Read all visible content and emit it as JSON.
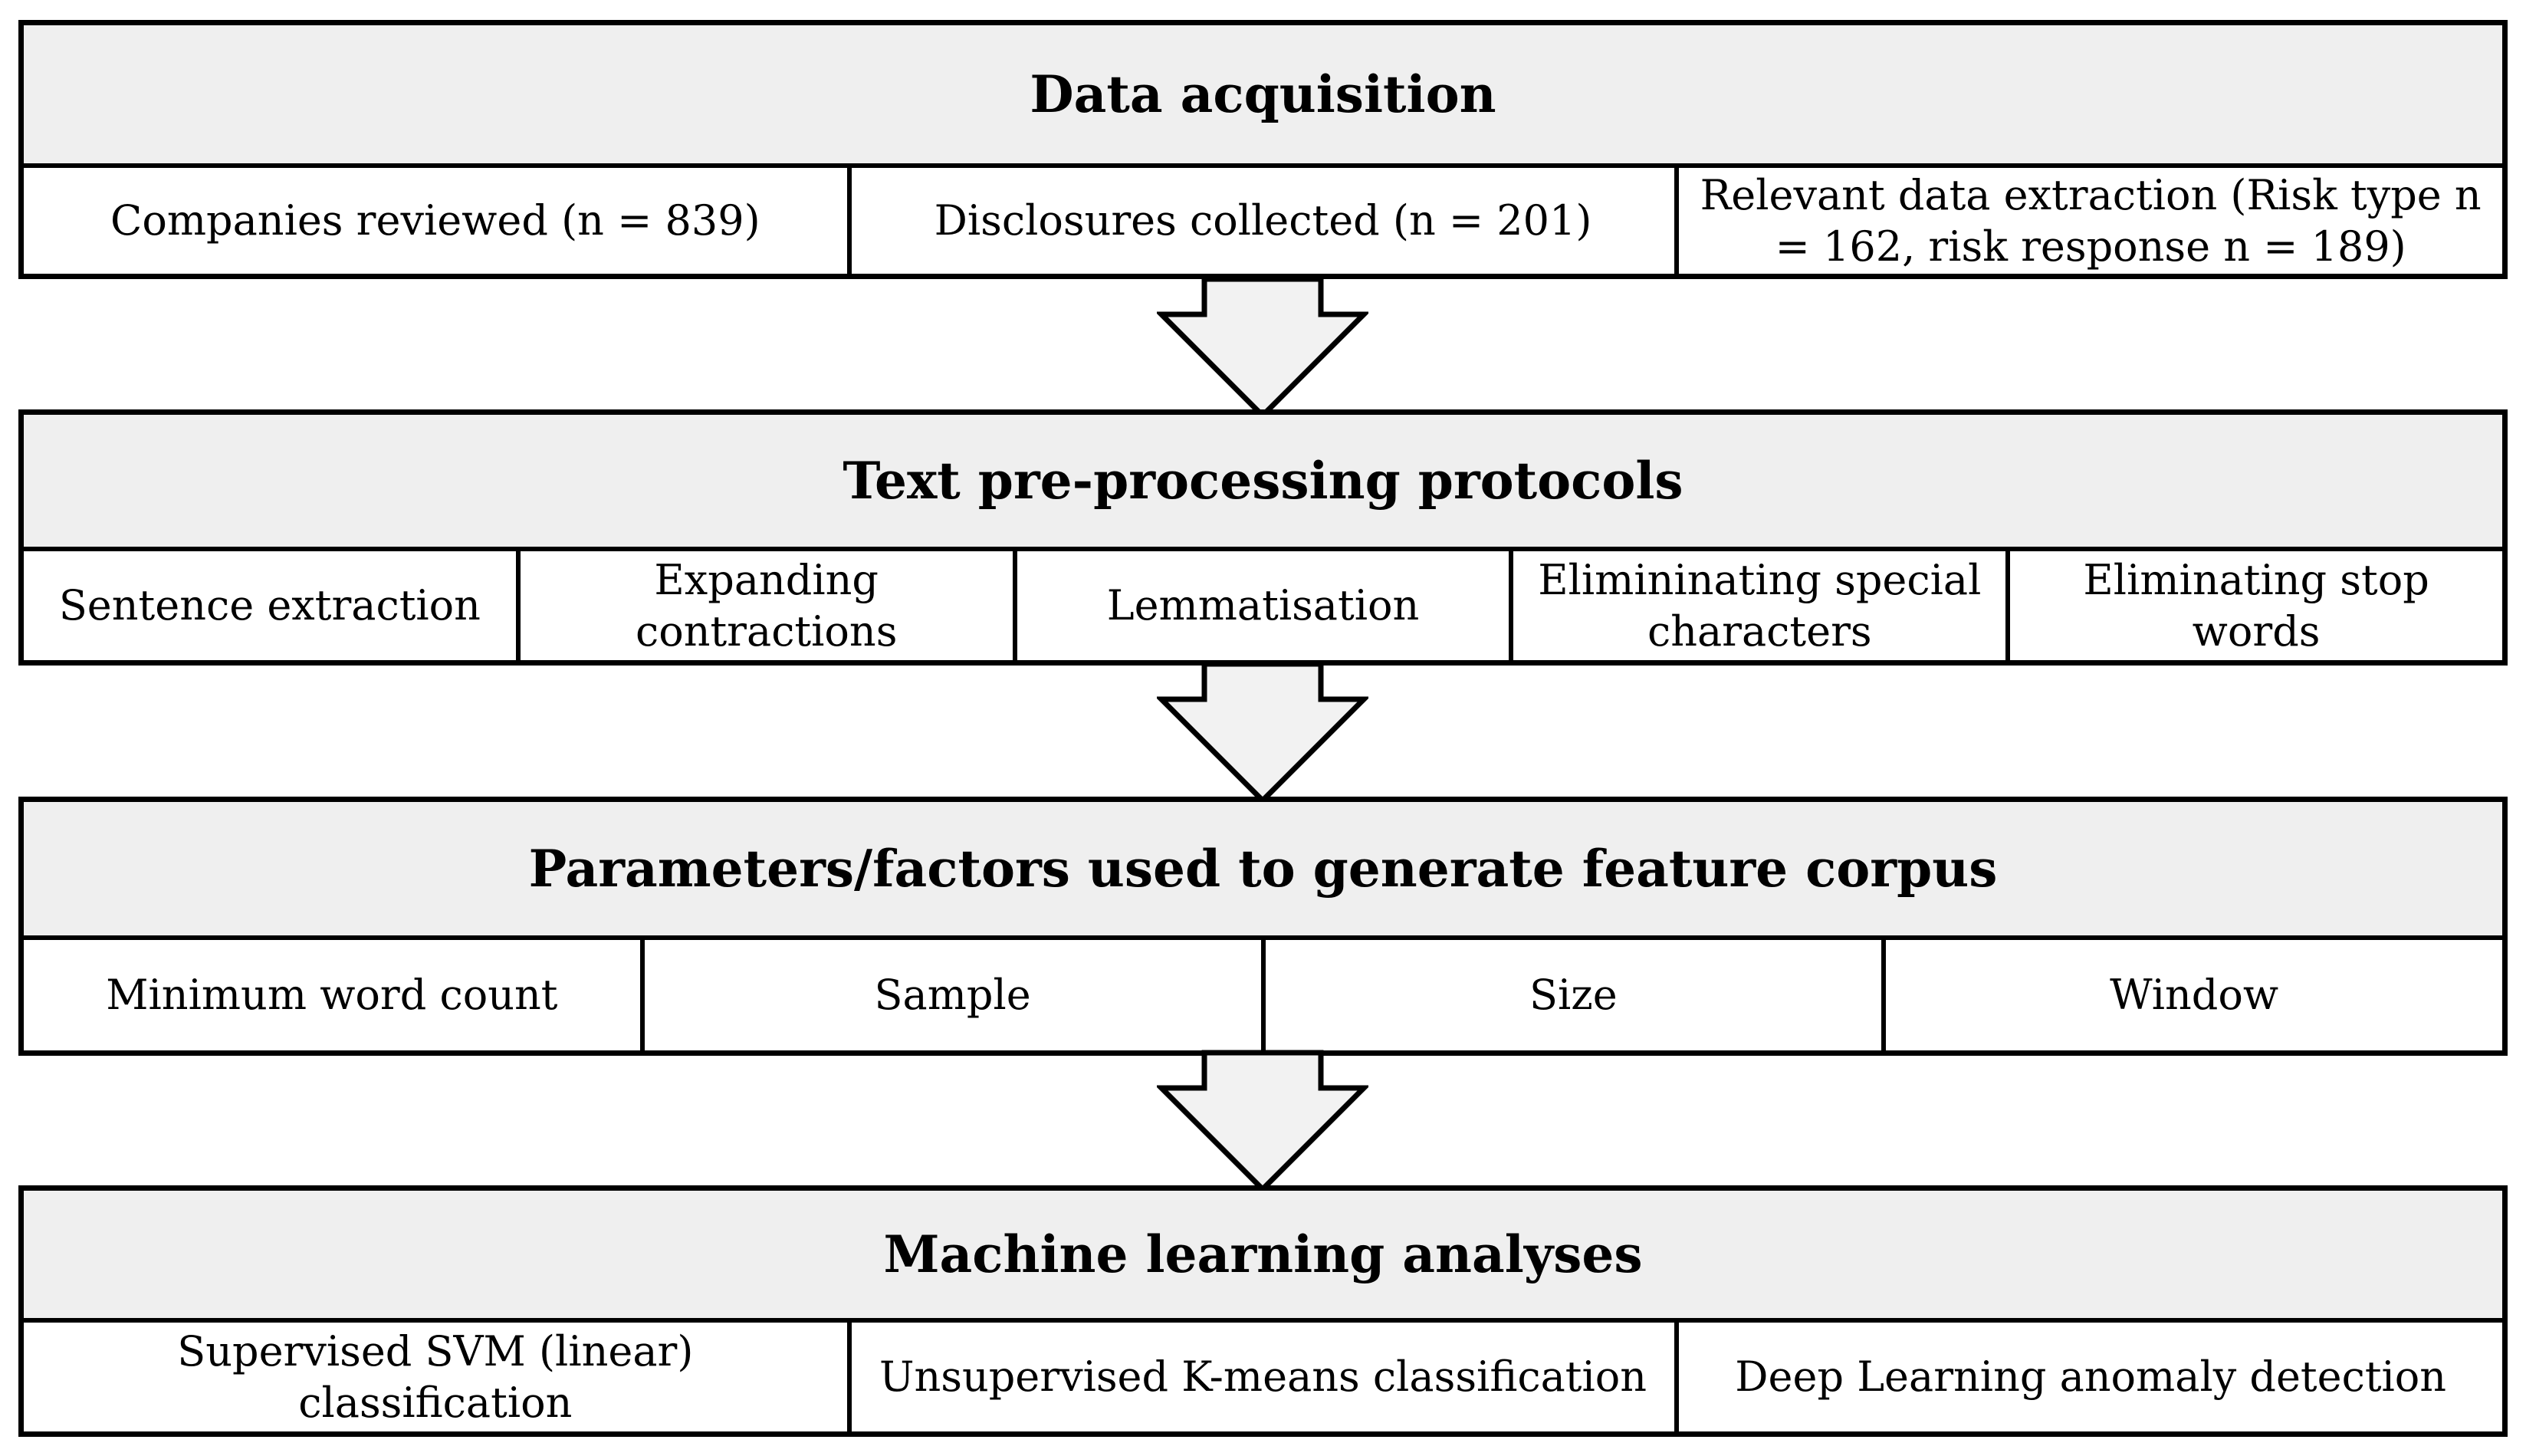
{
  "stages": [
    {
      "title": "Data acquisition",
      "items": [
        "Companies reviewed (n = 839)",
        "Disclosures collected (n = 201)",
        "Relevant data extraction (Risk type n = 162, risk response n = 189)"
      ]
    },
    {
      "title": "Text pre-processing protocols",
      "items": [
        "Sentence extraction",
        "Expanding contractions",
        "Lemmatisation",
        "Elimininating special characters",
        "Eliminating stop words"
      ]
    },
    {
      "title": "Parameters/factors used to generate feature corpus",
      "items": [
        "Minimum word count",
        "Sample",
        "Size",
        "Window"
      ]
    },
    {
      "title": "Machine learning analyses",
      "items": [
        "Supervised SVM (linear) classification",
        "Unsupervised K-means classification",
        "Deep Learning anomaly detection"
      ]
    }
  ],
  "colors": {
    "header_fill": "#efefef",
    "arrow_fill": "#f2f2f2",
    "border": "#000000"
  }
}
